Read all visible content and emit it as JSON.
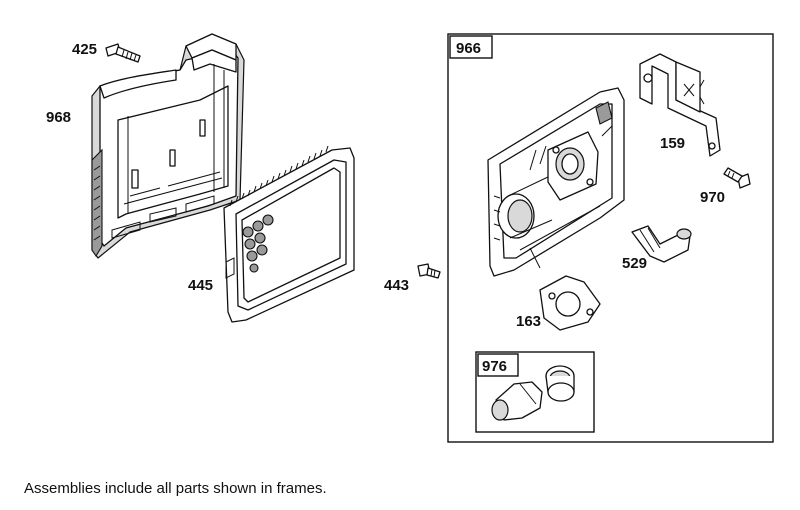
{
  "parts": {
    "p425": "425",
    "p968": "968",
    "p445": "445",
    "p443": "443",
    "p966": "966",
    "p159": "159",
    "p970": "970",
    "p529": "529",
    "p163": "163",
    "p976": "976"
  },
  "footnote": "Assemblies include all parts shown in frames."
}
